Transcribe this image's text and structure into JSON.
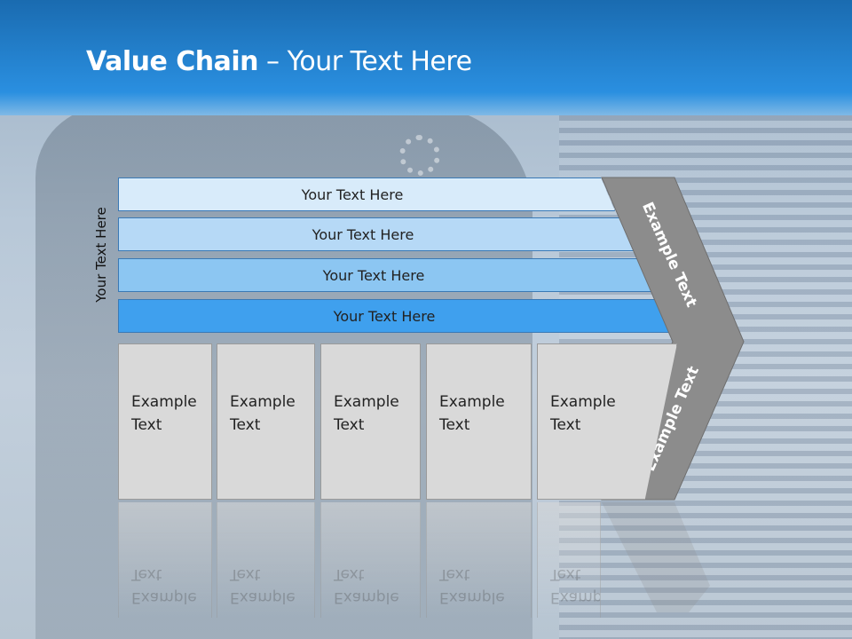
{
  "slide": {
    "title_bold": "Value Chain",
    "title_rest": " – Your Text Here",
    "side_label": "Your Text Here",
    "bars": [
      {
        "label": "Your Text Here"
      },
      {
        "label": "Your Text Here"
      },
      {
        "label": "Your Text Here"
      },
      {
        "label": "Your Text Here"
      }
    ],
    "boxes": [
      {
        "line1": "Example",
        "line2": "Text"
      },
      {
        "line1": "Example",
        "line2": "Text"
      },
      {
        "line1": "Example",
        "line2": "Text"
      },
      {
        "line1": "Example",
        "line2": "Text"
      },
      {
        "line1": "Example",
        "line2": "Text"
      }
    ],
    "chevron_top_label": "Example Text",
    "chevron_bottom_label": "Example Text"
  },
  "colors": {
    "header": "#2a8fe0",
    "bar_lightest": "#d8ebfa",
    "bar_dark": "#3fa0ee",
    "chevron": "#8c8c8c",
    "box": "#d9d9d9"
  }
}
